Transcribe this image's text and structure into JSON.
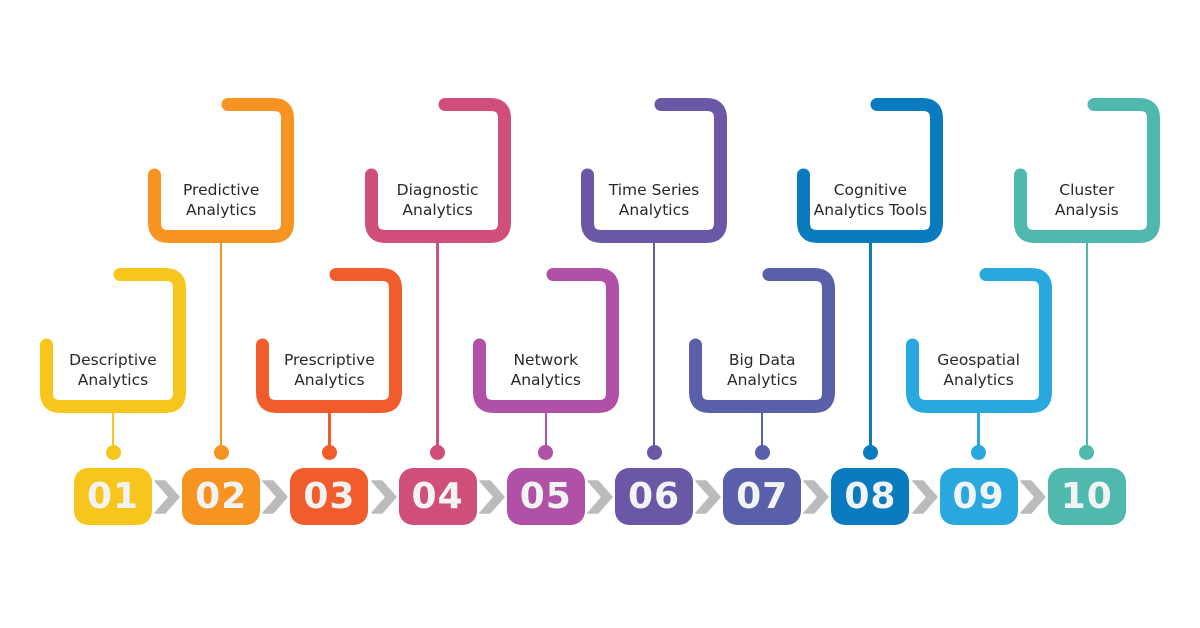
{
  "diagram": {
    "type": "process-timeline",
    "title": "",
    "background": "#FFFFFF",
    "text_color": "#2B2728",
    "number_color": "#F2F3F5",
    "chevron": {
      "icon": "chevron-right-icon",
      "color": "#BBBBBD"
    },
    "items": [
      {
        "number": "01",
        "label_lines": [
          "Descriptive",
          "Analytics"
        ],
        "color": "#F8C51D",
        "position": "lower"
      },
      {
        "number": "02",
        "label_lines": [
          "Predictive",
          "Analytics"
        ],
        "color": "#F79421",
        "position": "upper"
      },
      {
        "number": "03",
        "label_lines": [
          "Prescriptive",
          "Analytics"
        ],
        "color": "#F15C2C",
        "position": "lower"
      },
      {
        "number": "04",
        "label_lines": [
          "Diagnostic",
          "Analytics"
        ],
        "color": "#D04F78",
        "position": "upper"
      },
      {
        "number": "05",
        "label_lines": [
          "Network",
          "Analytics"
        ],
        "color": "#B050A6",
        "position": "lower"
      },
      {
        "number": "06",
        "label_lines": [
          "Time Series",
          "Analytics"
        ],
        "color": "#6A57A6",
        "position": "upper"
      },
      {
        "number": "07",
        "label_lines": [
          "Big Data",
          "Analytics"
        ],
        "color": "#5A5FA9",
        "position": "lower"
      },
      {
        "number": "08",
        "label_lines": [
          "Cognitive",
          "Analytics Tools"
        ],
        "color": "#0B7BC0",
        "position": "upper"
      },
      {
        "number": "09",
        "label_lines": [
          "Geospatial",
          "Analytics"
        ],
        "color": "#29A8E0",
        "position": "lower"
      },
      {
        "number": "10",
        "label_lines": [
          "Cluster",
          "Analysis"
        ],
        "color": "#4FB9AE",
        "position": "upper"
      }
    ]
  }
}
